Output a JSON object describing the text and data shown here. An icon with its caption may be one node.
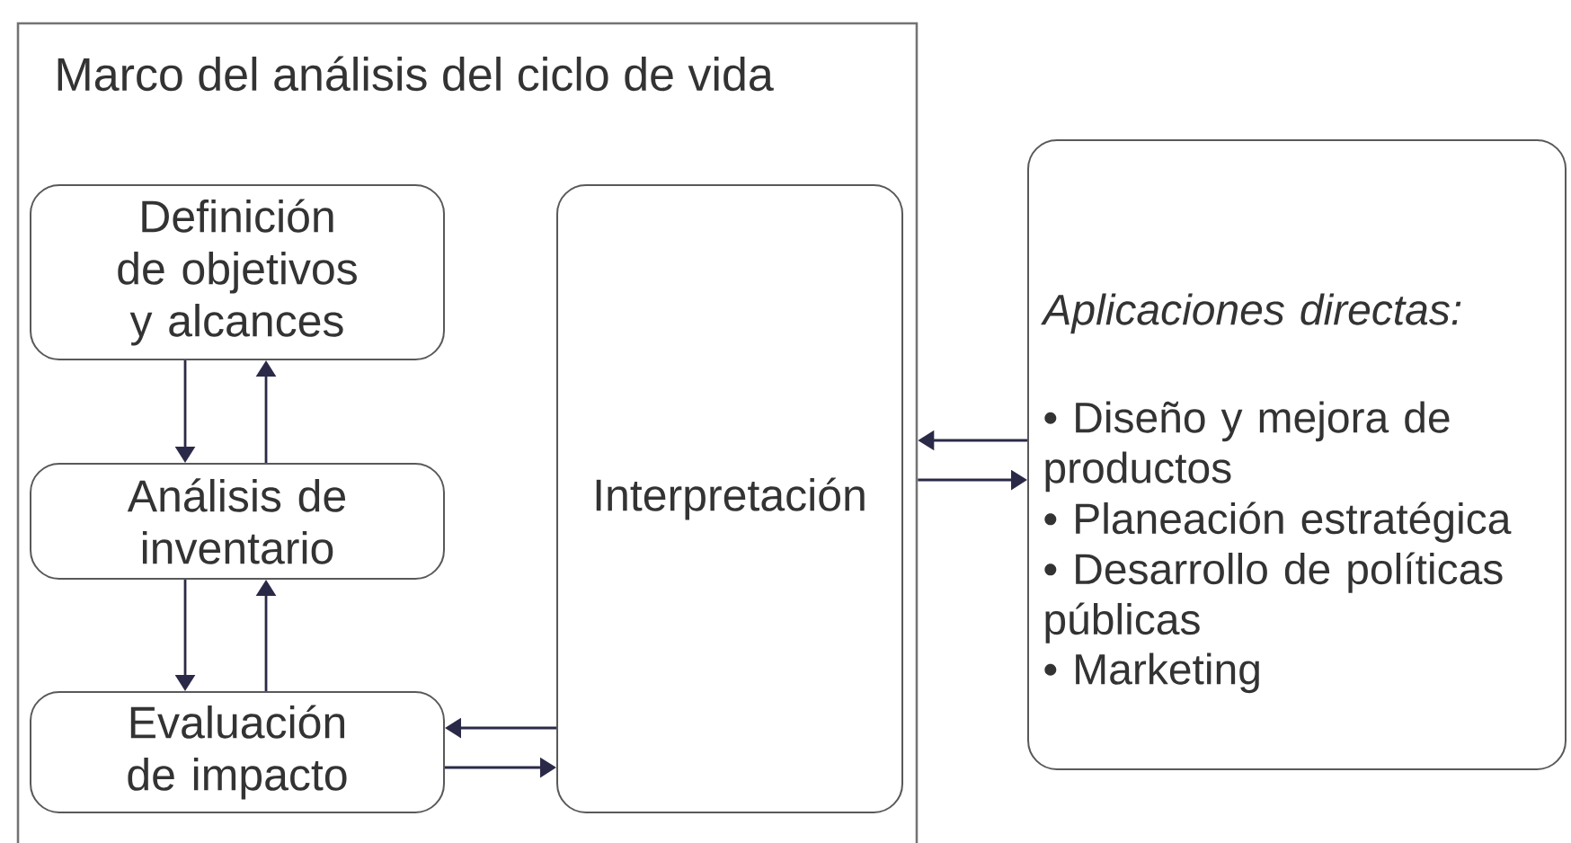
{
  "diagram": {
    "nodes": [
      {
        "text": [
          "Marco del análisis del ciclo de vida"
        ]
      },
      {
        "text": [
          "Definición de objetivos y alcances"
        ],
        "in": 0
      },
      {
        "text": [
          "Análisis de inventario"
        ],
        "in": 0
      },
      {
        "text": [
          "Evaluación de impacto"
        ],
        "in": 0
      },
      {
        "text": [
          "Interpretación"
        ],
        "in": 0
      },
      {
        "text": [
          "Aplicaciones directas:",
          "• Diseño y mejora de productos",
          "• Planeación estratégica",
          "• Desarrollo de políticas públicas",
          "• Marketing"
        ]
      }
    ],
    "edges": [
      {
        "from": 1,
        "to": 2,
        "arrow": "to"
      },
      {
        "from": 2,
        "to": 1,
        "arrow": "to"
      },
      {
        "from": 2,
        "to": 3,
        "arrow": "to"
      },
      {
        "from": 3,
        "to": 2,
        "arrow": "to"
      },
      {
        "from": 4,
        "to": 3,
        "arrow": "to"
      },
      {
        "from": 3,
        "to": 4,
        "arrow": "to"
      },
      {
        "from": 5,
        "to": 0,
        "arrow": "to"
      },
      {
        "from": 0,
        "to": 5,
        "arrow": "to"
      }
    ]
  }
}
